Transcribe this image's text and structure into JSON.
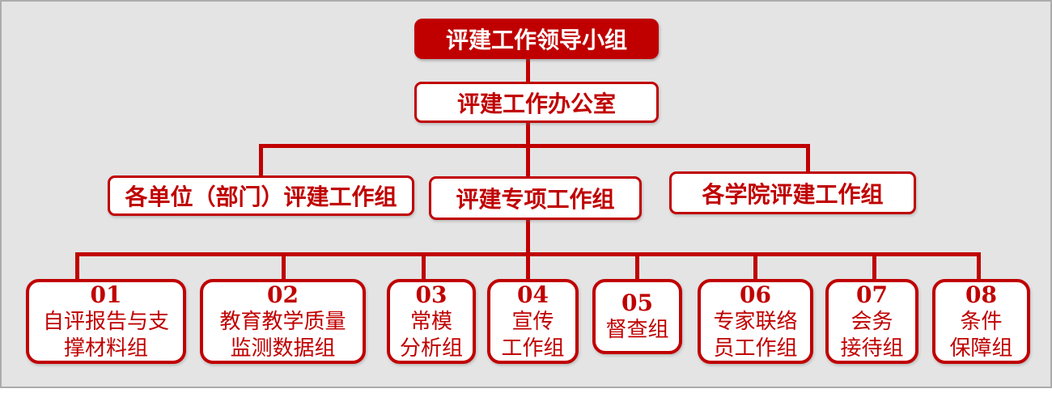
{
  "colors": {
    "accent_red": "#C00000",
    "panel_background": "#E4E4E4",
    "panel_frame": "#ACACAC",
    "box_fill": "#FFFFFF",
    "root_text": "#FFFFFF"
  },
  "root": {
    "label": "评建工作领导小组"
  },
  "office": {
    "label": "评建工作办公室"
  },
  "level3": {
    "boxes": [
      {
        "label": "各单位（部门）评建工作组"
      },
      {
        "label": "评建专项工作组"
      },
      {
        "label": "各学院评建工作组"
      }
    ]
  },
  "level4": {
    "boxes": [
      {
        "number": "01",
        "line1": "自评报告与支",
        "line2": "撑材料组"
      },
      {
        "number": "02",
        "line1": "教育教学质量",
        "line2": "监测数据组"
      },
      {
        "number": "03",
        "line1": "常模",
        "line2": "分析组"
      },
      {
        "number": "04",
        "line1": "宣传",
        "line2": "工作组"
      },
      {
        "number": "05",
        "line1": "督查组",
        "line2": ""
      },
      {
        "number": "06",
        "line1": "专家联络",
        "line2": "员工作组"
      },
      {
        "number": "07",
        "line1": "会务",
        "line2": "接待组"
      },
      {
        "number": "08",
        "line1": "条件",
        "line2": "保障组"
      }
    ]
  }
}
